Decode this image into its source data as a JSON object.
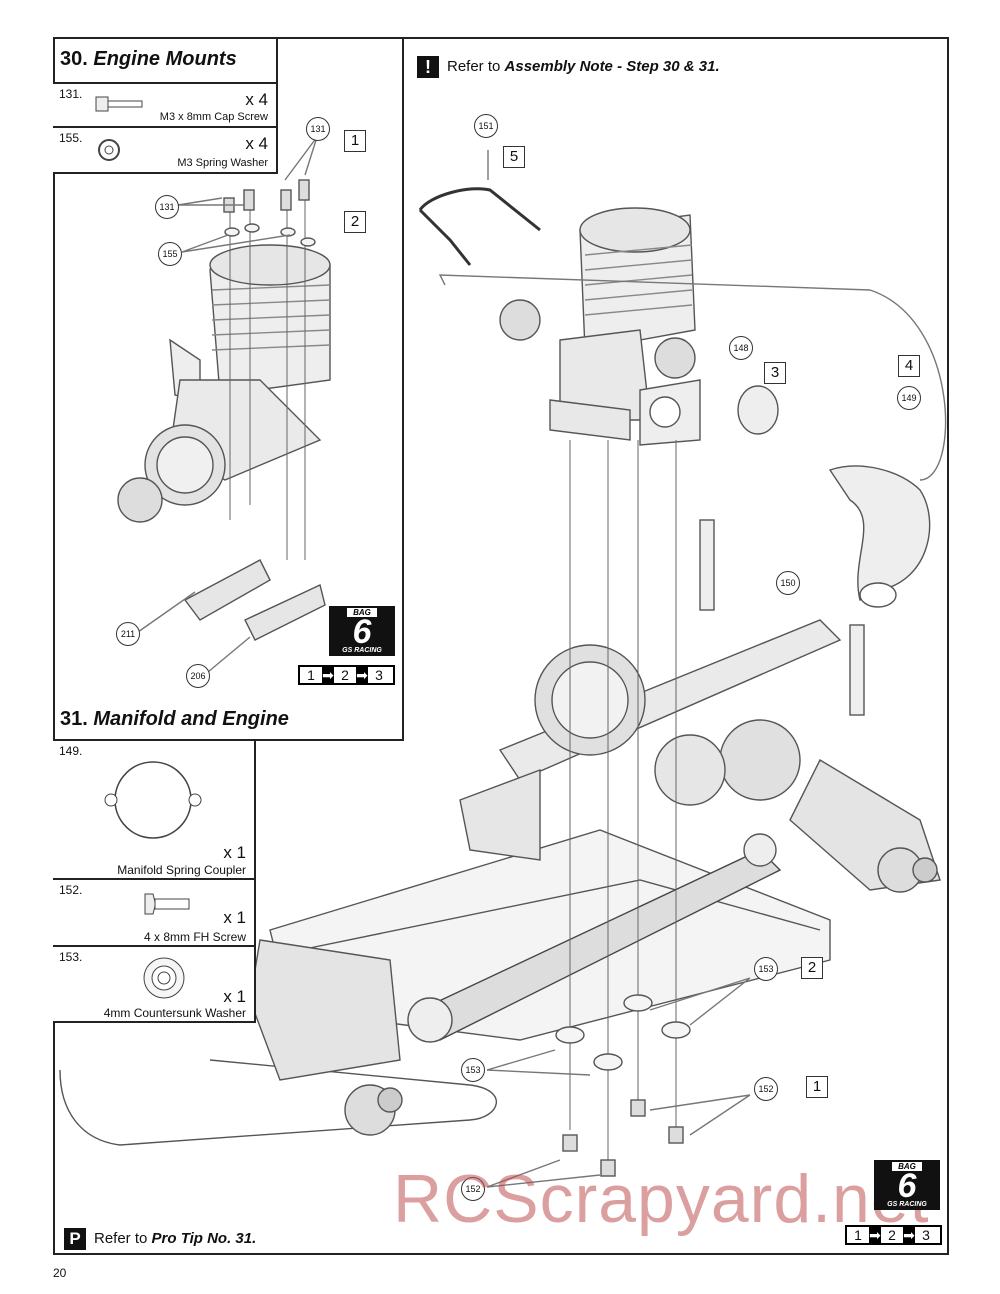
{
  "page_number": "20",
  "step30": {
    "num": "30.",
    "title": "Engine Mounts",
    "parts": [
      {
        "id": "131.",
        "qty": "x 4",
        "desc": "M3 x 8mm Cap Screw"
      },
      {
        "id": "155.",
        "qty": "x 4",
        "desc": "M3 Spring Washer"
      }
    ],
    "callouts": [
      "131",
      "131",
      "155",
      "211",
      "206"
    ],
    "order_labels": [
      "1",
      "2"
    ]
  },
  "step31": {
    "num": "31.",
    "title": "Manifold and Engine",
    "parts": [
      {
        "id": "149.",
        "qty": "x 1",
        "desc": "Manifold Spring Coupler"
      },
      {
        "id": "152.",
        "qty": "x 1",
        "desc": "4 x 8mm FH Screw"
      },
      {
        "id": "153.",
        "qty": "x 1",
        "desc": "4mm Countersunk Washer"
      }
    ],
    "callouts": [
      "151",
      "148",
      "149",
      "150",
      "153",
      "153",
      "152",
      "152"
    ],
    "order_labels": [
      "5",
      "3",
      "4",
      "2",
      "1"
    ]
  },
  "assembly_note": {
    "prefix": "Refer to ",
    "link": "Assembly Note - Step 30 & 31.",
    "icon": "exclamation-icon"
  },
  "pro_tip": {
    "prefix": "Refer to ",
    "link": "Pro Tip No. 31.",
    "icon": "P-icon"
  },
  "bag_badge": {
    "bag": "BAG",
    "number": "6",
    "brand": "GS RACING"
  },
  "sequence": [
    "1",
    "2",
    "3"
  ],
  "watermark": "RCScrapyard.net"
}
